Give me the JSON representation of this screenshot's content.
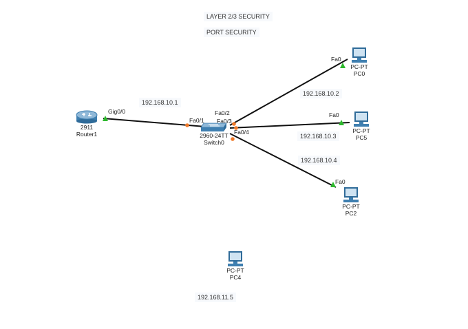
{
  "notes": {
    "title": "LAYER 2/3 SECURITY",
    "subtitle": "PORT SECURITY"
  },
  "devices": {
    "router": {
      "model": "2911",
      "name": "Router1",
      "icon": "router-icon"
    },
    "switch": {
      "model": "2960-24TT",
      "name": "Switch0",
      "icon": "switch-icon"
    },
    "pc0": {
      "model": "PC-PT",
      "name": "PC0",
      "icon": "pc-icon"
    },
    "pc5": {
      "model": "PC-PT",
      "name": "PC5",
      "icon": "pc-icon"
    },
    "pc2": {
      "model": "PC-PT",
      "name": "PC2",
      "icon": "pc-icon"
    },
    "pc4": {
      "model": "PC-PT",
      "name": "PC4",
      "icon": "pc-icon"
    }
  },
  "ports": {
    "router_gig": "Gig0/0",
    "sw_fa01": "Fa0/1",
    "sw_fa02": "Fa0/2",
    "sw_fa03": "Fa0/3",
    "sw_fa04": "Fa0/4",
    "pc0_fa0": "Fa0",
    "pc5_fa0": "Fa0",
    "pc2_fa0": "Fa0"
  },
  "ip_notes": {
    "router": "192.168.10.1",
    "pc0": "192.168.10.2",
    "pc5": "192.168.10.3",
    "pc2": "192.168.10.4",
    "pc4": "192.168.11.5"
  },
  "colors": {
    "link_up": "#2db82d",
    "link_down": "#f07a2a",
    "cable": "#111111",
    "device_blue": "#3f7fb0",
    "note_bg": "#f7f9fc"
  }
}
